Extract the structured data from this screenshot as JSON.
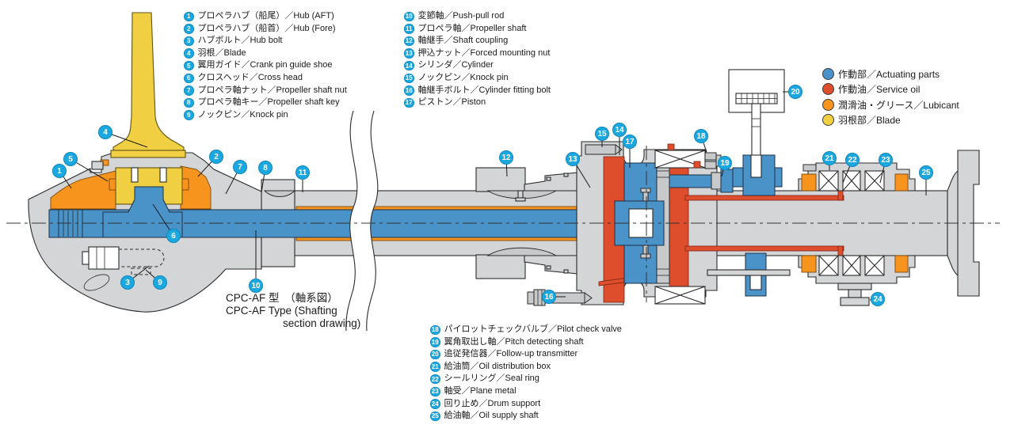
{
  "separator": "／",
  "title": {
    "ja": "CPC-AF 型　（軸系図）",
    "en1": "CPC-AF Type (Shafting",
    "en2": "section drawing)"
  },
  "parts_hub": [
    {
      "num": "1",
      "ja": "プロペラハブ（船尾）",
      "en": "Hub (AFT)"
    },
    {
      "num": "2",
      "ja": "プロペラハブ（船首）",
      "en": "Hub (Fore)"
    },
    {
      "num": "3",
      "ja": "ハブボルト",
      "en": "Hub bolt"
    },
    {
      "num": "4",
      "ja": "羽根",
      "en": "Blade"
    },
    {
      "num": "5",
      "ja": "翼用ガイド",
      "en": "Crank pin guide shoe"
    },
    {
      "num": "6",
      "ja": "クロスヘッド",
      "en": "Cross head"
    },
    {
      "num": "7",
      "ja": "プロペラ軸ナット",
      "en": "Propeller shaft nut"
    },
    {
      "num": "8",
      "ja": "プロペラ軸キー",
      "en": "Propeller shaft key"
    },
    {
      "num": "9",
      "ja": "ノックピン",
      "en": "Knock pin"
    }
  ],
  "parts_shaft": [
    {
      "num": "10",
      "ja": "変節軸",
      "en": "Push-pull rod"
    },
    {
      "num": "11",
      "ja": "プロペラ軸",
      "en": "Propeller shaft"
    },
    {
      "num": "12",
      "ja": "軸継手",
      "en": "Shaft coupling"
    },
    {
      "num": "13",
      "ja": "押込ナット",
      "en": "Forced mounting nut"
    },
    {
      "num": "14",
      "ja": "シリンダ",
      "en": "Cylinder"
    },
    {
      "num": "15",
      "ja": "ノックピン",
      "en": "Knock pin"
    },
    {
      "num": "16",
      "ja": "軸継手ボルト",
      "en": "Cylinder fitting bolt"
    },
    {
      "num": "17",
      "ja": "ピストン",
      "en": "Piston"
    }
  ],
  "parts_stern": [
    {
      "num": "18",
      "ja": "パイロットチェックバルブ",
      "en": "Pilot check valve"
    },
    {
      "num": "19",
      "ja": "翼角取出し軸",
      "en": "Pitch detecting shaft"
    },
    {
      "num": "20",
      "ja": "追従発信器",
      "en": "Follow-up transmitter"
    },
    {
      "num": "21",
      "ja": "給油筒",
      "en": "Oil distribution box"
    },
    {
      "num": "22",
      "ja": "シールリング",
      "en": "Seal ring"
    },
    {
      "num": "23",
      "ja": "軸受",
      "en": "Plane metal"
    },
    {
      "num": "24",
      "ja": "回り止め",
      "en": "Drum support"
    },
    {
      "num": "25",
      "ja": "給油軸",
      "en": "Oil supply shaft"
    }
  ],
  "color_legend": [
    {
      "ja": "作動部",
      "en": "Actuating parts",
      "color": "#4A93C9"
    },
    {
      "ja": "作動油",
      "en": "Service oil",
      "color": "#DE4E2D"
    },
    {
      "ja": "潤滑油・グリース",
      "en": "Lubicant",
      "color": "#F7941E"
    },
    {
      "ja": "羽根部",
      "en": "Blade",
      "color": "#F0D042"
    }
  ]
}
